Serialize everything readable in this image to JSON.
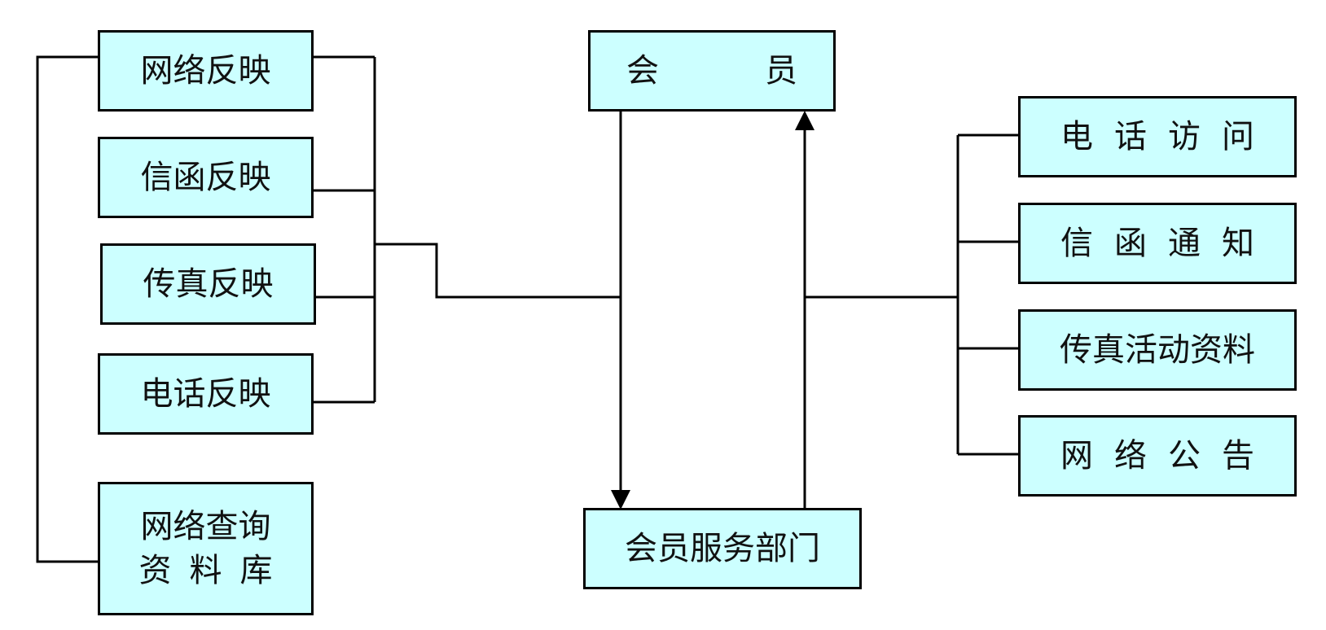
{
  "colors": {
    "box_fill": "#ccffff",
    "line": "#000000",
    "text": "#111111"
  },
  "left_channels": [
    {
      "id": "web",
      "label": "网络反映"
    },
    {
      "id": "letter",
      "label": "信函反映"
    },
    {
      "id": "fax",
      "label": "传真反映"
    },
    {
      "id": "phone",
      "label": "电话反映"
    }
  ],
  "database": {
    "line1": "网络查询",
    "line2": "资料库"
  },
  "member": {
    "label": "会员"
  },
  "department": {
    "label": "会员服务部门"
  },
  "right_channels": [
    {
      "id": "phone_visit",
      "label": "电话访问"
    },
    {
      "id": "letter_notice",
      "label": "信函通知"
    },
    {
      "id": "fax_activity",
      "label": "传真活动资料"
    },
    {
      "id": "web_notice",
      "label": "网络公告"
    }
  ]
}
